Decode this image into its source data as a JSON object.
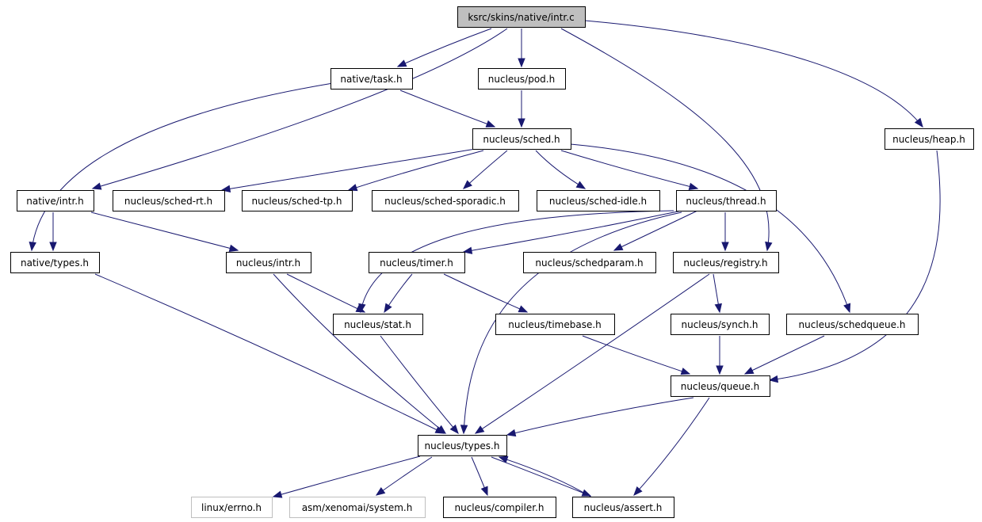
{
  "graph": {
    "colors": {
      "edge": "#191970",
      "node_border": "#000000",
      "node_fill": "#ffffff",
      "root_fill": "#bfbfbf",
      "external_border": "#bfbfbf"
    },
    "nodes": [
      {
        "id": "intr_c",
        "label": "ksrc/skins/native/intr.c",
        "kind": "root"
      },
      {
        "id": "native_task",
        "label": "native/task.h",
        "kind": "normal"
      },
      {
        "id": "nucleus_pod",
        "label": "nucleus/pod.h",
        "kind": "normal"
      },
      {
        "id": "nucleus_heap",
        "label": "nucleus/heap.h",
        "kind": "normal"
      },
      {
        "id": "nucleus_sched",
        "label": "nucleus/sched.h",
        "kind": "normal"
      },
      {
        "id": "native_intr",
        "label": "native/intr.h",
        "kind": "normal"
      },
      {
        "id": "sched_rt",
        "label": "nucleus/sched-rt.h",
        "kind": "normal"
      },
      {
        "id": "sched_tp",
        "label": "nucleus/sched-tp.h",
        "kind": "normal"
      },
      {
        "id": "sched_sporadic",
        "label": "nucleus/sched-sporadic.h",
        "kind": "normal"
      },
      {
        "id": "sched_idle",
        "label": "nucleus/sched-idle.h",
        "kind": "normal"
      },
      {
        "id": "nucleus_thread",
        "label": "nucleus/thread.h",
        "kind": "normal"
      },
      {
        "id": "native_types",
        "label": "native/types.h",
        "kind": "normal"
      },
      {
        "id": "nucleus_intr",
        "label": "nucleus/intr.h",
        "kind": "normal"
      },
      {
        "id": "nucleus_timer",
        "label": "nucleus/timer.h",
        "kind": "normal"
      },
      {
        "id": "nucleus_schedparam",
        "label": "nucleus/schedparam.h",
        "kind": "normal"
      },
      {
        "id": "nucleus_registry",
        "label": "nucleus/registry.h",
        "kind": "normal"
      },
      {
        "id": "nucleus_stat",
        "label": "nucleus/stat.h",
        "kind": "normal"
      },
      {
        "id": "nucleus_timebase",
        "label": "nucleus/timebase.h",
        "kind": "normal"
      },
      {
        "id": "nucleus_synch",
        "label": "nucleus/synch.h",
        "kind": "normal"
      },
      {
        "id": "nucleus_schedqueue",
        "label": "nucleus/schedqueue.h",
        "kind": "normal"
      },
      {
        "id": "nucleus_queue",
        "label": "nucleus/queue.h",
        "kind": "normal"
      },
      {
        "id": "nucleus_types",
        "label": "nucleus/types.h",
        "kind": "normal"
      },
      {
        "id": "linux_errno",
        "label": "linux/errno.h",
        "kind": "external"
      },
      {
        "id": "asm_system",
        "label": "asm/xenomai/system.h",
        "kind": "external"
      },
      {
        "id": "nucleus_compiler",
        "label": "nucleus/compiler.h",
        "kind": "normal"
      },
      {
        "id": "nucleus_assert",
        "label": "nucleus/assert.h",
        "kind": "normal"
      }
    ],
    "edges": [
      {
        "from": "intr_c",
        "to": "native_task"
      },
      {
        "from": "intr_c",
        "to": "nucleus_pod"
      },
      {
        "from": "intr_c",
        "to": "native_intr"
      },
      {
        "from": "intr_c",
        "to": "nucleus_registry"
      },
      {
        "from": "intr_c",
        "to": "nucleus_heap"
      },
      {
        "from": "native_task",
        "to": "nucleus_sched"
      },
      {
        "from": "native_task",
        "to": "native_types"
      },
      {
        "from": "nucleus_pod",
        "to": "nucleus_sched"
      },
      {
        "from": "nucleus_sched",
        "to": "sched_rt"
      },
      {
        "from": "nucleus_sched",
        "to": "sched_tp"
      },
      {
        "from": "nucleus_sched",
        "to": "sched_sporadic"
      },
      {
        "from": "nucleus_sched",
        "to": "sched_idle"
      },
      {
        "from": "nucleus_sched",
        "to": "nucleus_thread"
      },
      {
        "from": "nucleus_sched",
        "to": "nucleus_schedqueue"
      },
      {
        "from": "native_intr",
        "to": "native_types"
      },
      {
        "from": "native_intr",
        "to": "nucleus_intr"
      },
      {
        "from": "nucleus_thread",
        "to": "nucleus_timer"
      },
      {
        "from": "nucleus_thread",
        "to": "nucleus_schedparam"
      },
      {
        "from": "nucleus_thread",
        "to": "nucleus_registry"
      },
      {
        "from": "nucleus_thread",
        "to": "nucleus_stat"
      },
      {
        "from": "nucleus_thread",
        "to": "nucleus_types"
      },
      {
        "from": "nucleus_heap",
        "to": "nucleus_queue"
      },
      {
        "from": "native_types",
        "to": "nucleus_types"
      },
      {
        "from": "nucleus_intr",
        "to": "nucleus_stat"
      },
      {
        "from": "nucleus_intr",
        "to": "nucleus_types"
      },
      {
        "from": "nucleus_timer",
        "to": "nucleus_stat"
      },
      {
        "from": "nucleus_timer",
        "to": "nucleus_timebase"
      },
      {
        "from": "nucleus_registry",
        "to": "nucleus_synch"
      },
      {
        "from": "nucleus_registry",
        "to": "nucleus_types"
      },
      {
        "from": "nucleus_stat",
        "to": "nucleus_types"
      },
      {
        "from": "nucleus_timebase",
        "to": "nucleus_queue"
      },
      {
        "from": "nucleus_synch",
        "to": "nucleus_queue"
      },
      {
        "from": "nucleus_schedqueue",
        "to": "nucleus_queue"
      },
      {
        "from": "nucleus_queue",
        "to": "nucleus_types"
      },
      {
        "from": "nucleus_queue",
        "to": "nucleus_assert"
      },
      {
        "from": "nucleus_types",
        "to": "linux_errno"
      },
      {
        "from": "nucleus_types",
        "to": "asm_system"
      },
      {
        "from": "nucleus_types",
        "to": "nucleus_compiler"
      },
      {
        "from": "nucleus_types",
        "to": "nucleus_assert"
      },
      {
        "from": "nucleus_assert",
        "to": "nucleus_types"
      }
    ]
  }
}
